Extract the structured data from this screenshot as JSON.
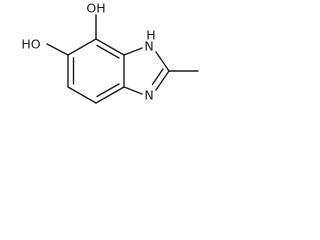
{
  "molecule": {
    "labels": {
      "oh_top": "OH",
      "ho_left": "HO",
      "nh_h": "H",
      "nh_n": "N",
      "n_lower": "N"
    }
  }
}
